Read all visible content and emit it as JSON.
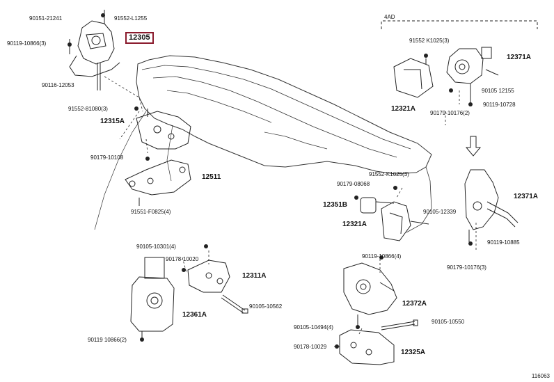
{
  "labels": {
    "p90151": "90151-21241",
    "p91552_l": "91552-L1255",
    "p12305": "12305",
    "p90119_10866_top": "90119-10866(3)",
    "p90116": "90116-12053",
    "p91552_81080": "91552-81080(3)",
    "p12315a": "12315A",
    "p90179_10108": "90179-10108",
    "p12511": "12511",
    "p91551": "91551-F0825(4)",
    "p90105_10301": "90105-10301(4)",
    "p90178_10020": "90178-10020",
    "p12311a": "12311A",
    "p90105_10562": "90105-10562",
    "p12361a": "12361A",
    "p90119_10866_bot": "90119 10866(2)",
    "p4ad": "4AD",
    "p91552_k_top": "91552 K1025(3)",
    "p12371a_top": "12371A",
    "p90105_12155": "90105 12155",
    "p12321a_top": "12321A",
    "p90119_10728": "90119-10728",
    "p90179_10176_top": "90179-10176(2)",
    "p91552_k_mid": "91552-K1025(3)",
    "p90179_08068": "90179-08068",
    "p12351b": "12351B",
    "p12321a_mid": "12321A",
    "p90105_12339": "90105-12339",
    "p12371a_mid": "12371A",
    "p90119_10885": "90119-10885",
    "p90179_10176_mid": "90179-10176(3)",
    "p90119_10866_4": "90119-10866(4)",
    "p12372a": "12372A",
    "p90105_10494": "90105-10494(4)",
    "p90105_10550": "90105-10550",
    "p90178_10029": "90178-10029",
    "p12325a": "12325A"
  },
  "diagram_code": "116063",
  "colors": {
    "line": "#222222",
    "highlight": "#8a1a2c"
  }
}
